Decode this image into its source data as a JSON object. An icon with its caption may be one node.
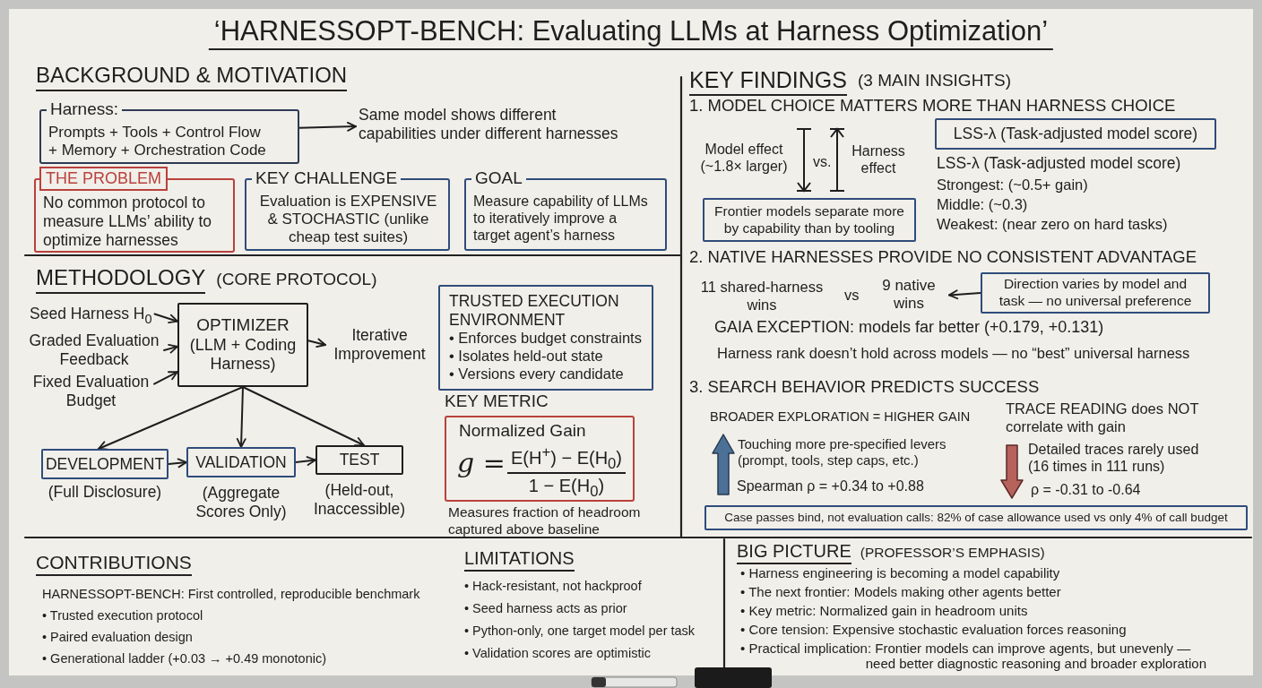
{
  "diagram": {
    "title": "‘HARNESSOPT-BENCH: Evaluating LLMs at Harness Optimization’",
    "nodes": [
      {
        "text": [
          "Harness:",
          "Prompts + Tools + Control Flow + Memory + Orchestration Code"
        ]
      },
      {
        "text": [
          "Same model shows different capabilities under different harnesses"
        ]
      },
      {
        "text": [
          "THE PROBLEM",
          "No common protocol to measure LLMs’ ability to optimize harnesses"
        ]
      },
      {
        "text": [
          "KEY CHALLENGE",
          "Evaluation is EXPENSIVE & STOCHASTIC (unlike cheap test suites)"
        ]
      },
      {
        "text": [
          "GOAL",
          "Measure capability of LLMs to iteratively improve a target agent’s harness"
        ]
      },
      {
        "text": [
          "Seed Harness H$_{0}$"
        ]
      },
      {
        "text": [
          "Graded Evaluation Feedback"
        ]
      },
      {
        "text": [
          "Fixed Evaluation Budget"
        ]
      },
      {
        "text": [
          "OPTIMIZER",
          "(LLM + Coding Harness)"
        ]
      },
      {
        "text": [
          "Iterative Improvement"
        ]
      },
      {
        "text": [
          "DEVELOPMENT"
        ],
        "beside": [
          "(Full Disclosure)"
        ]
      },
      {
        "text": [
          "VALIDATION"
        ],
        "beside": [
          "(Aggregate Scores Only)"
        ]
      },
      {
        "text": [
          "TEST"
        ],
        "beside": [
          "(Held-out, Inaccessible)"
        ]
      },
      {
        "text": [
          "TRUSTED EXECUTION ENVIRONMENT",
          "• Enforces budget constraints",
          "• Isolates held-out state",
          "• Versions every candidate"
        ]
      },
      {
        "text": [
          "KEY METRIC",
          "Normalized Gain",
          "g =",
          "E(H$^{+}$) − E(H$_{0}$)",
          "1 − E(H$_{0}$)"
        ],
        "beside": [
          "Measures fraction of headroom captured above baseline"
        ]
      },
      {
        "text": [
          "LSS-λ (Task-adjusted model score)"
        ]
      },
      {
        "text": [
          "Frontier models separate more by capability than by tooling"
        ]
      },
      {
        "text": [
          "9 native wins"
        ]
      },
      {
        "text": [
          "Direction varies by model and task — no universal preference"
        ]
      },
      {
        "text": [
          "Case passes bind, not evaluation calls: 82% of case allowance used vs only 4% of call budget"
        ]
      }
    ],
    "edges": [
      {
        "from": 0,
        "to": 1,
        "arrow": "to"
      },
      {
        "from": 5,
        "to": 8,
        "arrow": "to"
      },
      {
        "from": 6,
        "to": 8,
        "arrow": "to"
      },
      {
        "from": 7,
        "to": 8,
        "arrow": "to"
      },
      {
        "from": 8,
        "to": 9,
        "arrow": "to"
      },
      {
        "from": 8,
        "to": 10,
        "arrow": "to"
      },
      {
        "from": 8,
        "to": 11,
        "arrow": "to"
      },
      {
        "from": 8,
        "to": 12,
        "arrow": "to"
      },
      {
        "from": 10,
        "to": 11,
        "arrow": "to"
      },
      {
        "from": 11,
        "to": 12,
        "arrow": "to"
      },
      {
        "from": 18,
        "to": 17,
        "arrow": "to"
      }
    ],
    "labels": [
      "BACKGROUND & MOTIVATION",
      "METHODOLOGY",
      "(CORE PROTOCOL)",
      "KEY FINDINGS",
      "(3 MAIN INSIGHTS)",
      "1. MODEL CHOICE MATTERS MORE THAN HARNESS CHOICE",
      "Model effect (~1.8× larger)",
      "vs.",
      "Harness effect",
      "LSS-λ (Task-adjusted model score)",
      "Strongest: (~0.5+ gain)",
      "Middle: (~0.3)",
      "Weakest: (near zero on hard tasks)",
      "2. NATIVE HARNESSES PROVIDE NO CONSISTENT ADVANTAGE",
      "11 shared-harness wins",
      "vs",
      "GAIA EXCEPTION: models far better (+0.179, +0.131)",
      "Harness rank doesn’t hold across models — no “best” universal harness",
      "3. SEARCH BEHAVIOR PREDICTS SUCCESS",
      "BROADER EXPLORATION = HIGHER GAIN",
      "TRACE READING does NOT correlate with gain",
      "Touching more pre-specified levers (prompt, tools, step caps, etc.)",
      "Spearman ρ = +0.34 to +0.88",
      "Detailed traces rarely used (16 times in 111 runs)",
      "ρ = -0.31 to -0.64",
      "CONTRIBUTIONS",
      "HARNESSOPT-BENCH: First controlled, reproducible benchmark",
      "• Trusted execution protocol",
      "• Paired evaluation design",
      "• Generational ladder (+0.03 → +0.49 monotonic)",
      "LIMITATIONS",
      "• Hack-resistant, not hackproof",
      "• Seed harness acts as prior",
      "• Python-only, one target model per task",
      "• Validation scores are optimistic",
      "BIG PICTURE",
      "(PROFESSOR’S EMPHASIS)",
      "• Harness engineering is becoming a model capability",
      "• The next frontier: Models making other agents better",
      "• Key metric: Normalized gain in headroom units",
      "• Core tension: Expensive stochastic evaluation forces reasoning",
      "• Practical implication: Frontier models can improve agents, but unevenly — need better diagnostic reasoning and broader exploration"
    ]
  }
}
